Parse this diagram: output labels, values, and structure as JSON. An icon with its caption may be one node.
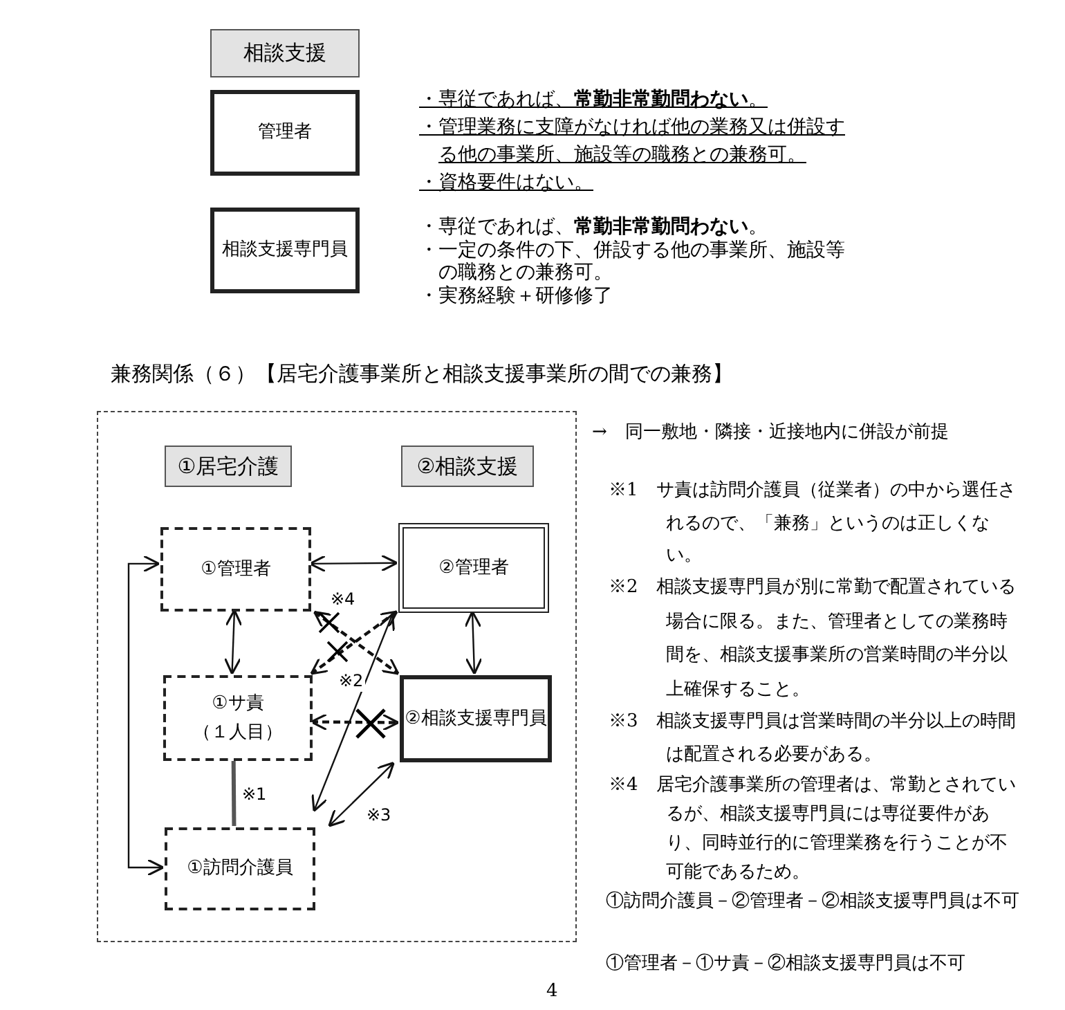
{
  "diagram": {
    "title": "兼務関係（６）【居宅介護事業所と相談支援事業所の間での兼務】",
    "nodes": [
      {
        "text": [
          "相談支援"
        ]
      },
      {
        "text": [
          "管理者"
        ],
        "beside": [
          "・専従であれば、**常勤非常勤問わない**。",
          "・管理業務に支障がなければ他の業務又は併設する他の事業所、施設等の職務との兼務可。",
          "・資格要件はない。"
        ]
      },
      {
        "text": [
          "相談支援専門員"
        ],
        "beside": [
          "・専従であれば、**常勤非常勤問わない**。",
          "・一定の条件の下、併設する他の事業所、施設等の職務との兼務可。",
          "・実務経験＋研修修了"
        ]
      },
      {
        "text": [],
        "shape": "box"
      },
      {
        "text": [
          "①居宅介護"
        ],
        "in": 3
      },
      {
        "text": [
          "②相談支援"
        ],
        "in": 3
      },
      {
        "text": [
          "①管理者"
        ],
        "in": 3
      },
      {
        "text": [
          "②管理者"
        ],
        "in": 3
      },
      {
        "text": [
          "①サ責",
          "（１人目）"
        ],
        "in": 3
      },
      {
        "text": [
          "②相談支援専門員"
        ],
        "in": 3
      },
      {
        "text": [
          "①訪問介護員"
        ],
        "in": 3
      }
    ],
    "edges": [
      {
        "from": 6,
        "to": 7,
        "arrow": "both"
      },
      {
        "from": 6,
        "to": 10,
        "arrow": "both"
      },
      {
        "from": 6,
        "to": 8,
        "arrow": "both"
      },
      {
        "from": 7,
        "to": 9,
        "arrow": "both"
      },
      {
        "from": 6,
        "to": 9,
        "arrow": "both",
        "style": "dashed",
        "label": "※4"
      },
      {
        "from": 7,
        "to": 8,
        "arrow": "both",
        "style": "dashed"
      },
      {
        "from": 7,
        "to": 10,
        "arrow": "both",
        "label": "※2"
      },
      {
        "from": 8,
        "to": 9,
        "arrow": "both",
        "style": "dashed"
      },
      {
        "from": 8,
        "to": 10,
        "arrow": "none",
        "style": "thick",
        "color": "#555555",
        "label": "※1"
      },
      {
        "from": 9,
        "to": 10,
        "arrow": "both",
        "label": "※3"
      }
    ],
    "labels": [
      "→　同一敷地・隣接・近接地内に併設が前提",
      "※1　サ責は訪問介護員（従業者）の中から選任されるので、「兼務」というのは正しくない。",
      "※2　相談支援専門員が別に常勤で配置されている場合に限る。また、管理者としての業務時間を、相談支援事業所の営業時間の半分以上確保すること。",
      "※3　相談支援専門員は営業時間の半分以上の時間は配置される必要がある。",
      "※4　居宅介護事業所の管理者は、常勤とされているが、相談支援専門員には専従要件があり、同時並行的に管理業務を行うことが不可能であるため。",
      "①訪問介護員－②管理者－②相談支援専門員は不可",
      "①管理者－①サ責－②相談支援専門員は不可",
      "4"
    ]
  }
}
